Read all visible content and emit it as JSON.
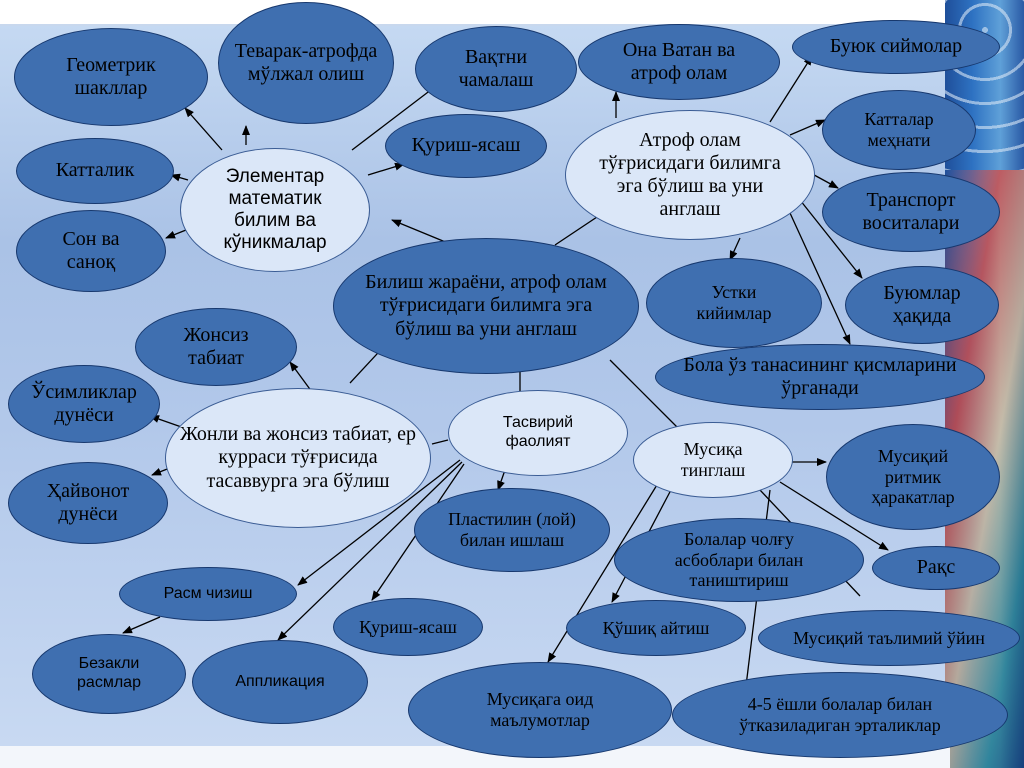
{
  "colors": {
    "node_dark": "#3f6fb0",
    "node_light": "#dbe7f8",
    "line": "#000000"
  },
  "diagram": {
    "elementar": "Элементар математик билим ва кўникмалар",
    "geometrik": "Геометрик шакллар",
    "teverak": "Теварак-атрофда мўлжал олиш",
    "vaqt": "Вақтни чамалаш",
    "quriish_top": "Қуриш-ясаш",
    "kattalik": "Катталик",
    "son": "Сон ва саноқ",
    "ona_vatan": "Она Ватан ва атроф олам",
    "atrof_olam": "Атроф олам тўғрисидаги билимга эга бўлиш ва уни англаш",
    "buyuk": "Буюк сиймолар",
    "kattalar": "Катталар меҳнати",
    "transport": "Транспорт воситалари",
    "buyumlar": "Буюмлар ҳақида",
    "ustki": "Устки кийимлар",
    "bilish": "Билиш жараёни, атроф олам тўғрисидаги билимга эга бўлиш ва уни англаш",
    "bola": "Бола ўз танасининг қисмларини ўрганади",
    "jonsiz": "Жонсиз табиат",
    "usimlik": "Ўсимликлар дунёси",
    "hayvon": "Ҳайвонот дунёси",
    "jonli": "Жонли ва жонсиз табиат, ер курраси тўғрисида тасаввурга эга бўлиш",
    "tasviriy": "Тасвирий фаолият",
    "musiqa_tinglash": "Мусиқа тинглаш",
    "musiqiy_ritmik": "Мусиқий ритмик ҳаракатлар",
    "plastilin": "Пластилин (лой) билан ишлаш",
    "cholgu": "Болалар чолғу асбоблари билан таништириш",
    "raqs": "Рақс",
    "rasm": "Расм чизиш",
    "quriish_bottom": "Қуриш-ясаш",
    "qushiq": "Қўшиқ айтиш",
    "musiqiy_talimiy": "Мусиқий таълимий ўйин",
    "bezakli": "Безакли расмлар",
    "applikatsiya": "Аппликация",
    "musiqaga": "Мусиқага оид маълумотлар",
    "ertaliklar": "4-5 ёшли болалар билан ўтказиладиган эрталиклар"
  }
}
